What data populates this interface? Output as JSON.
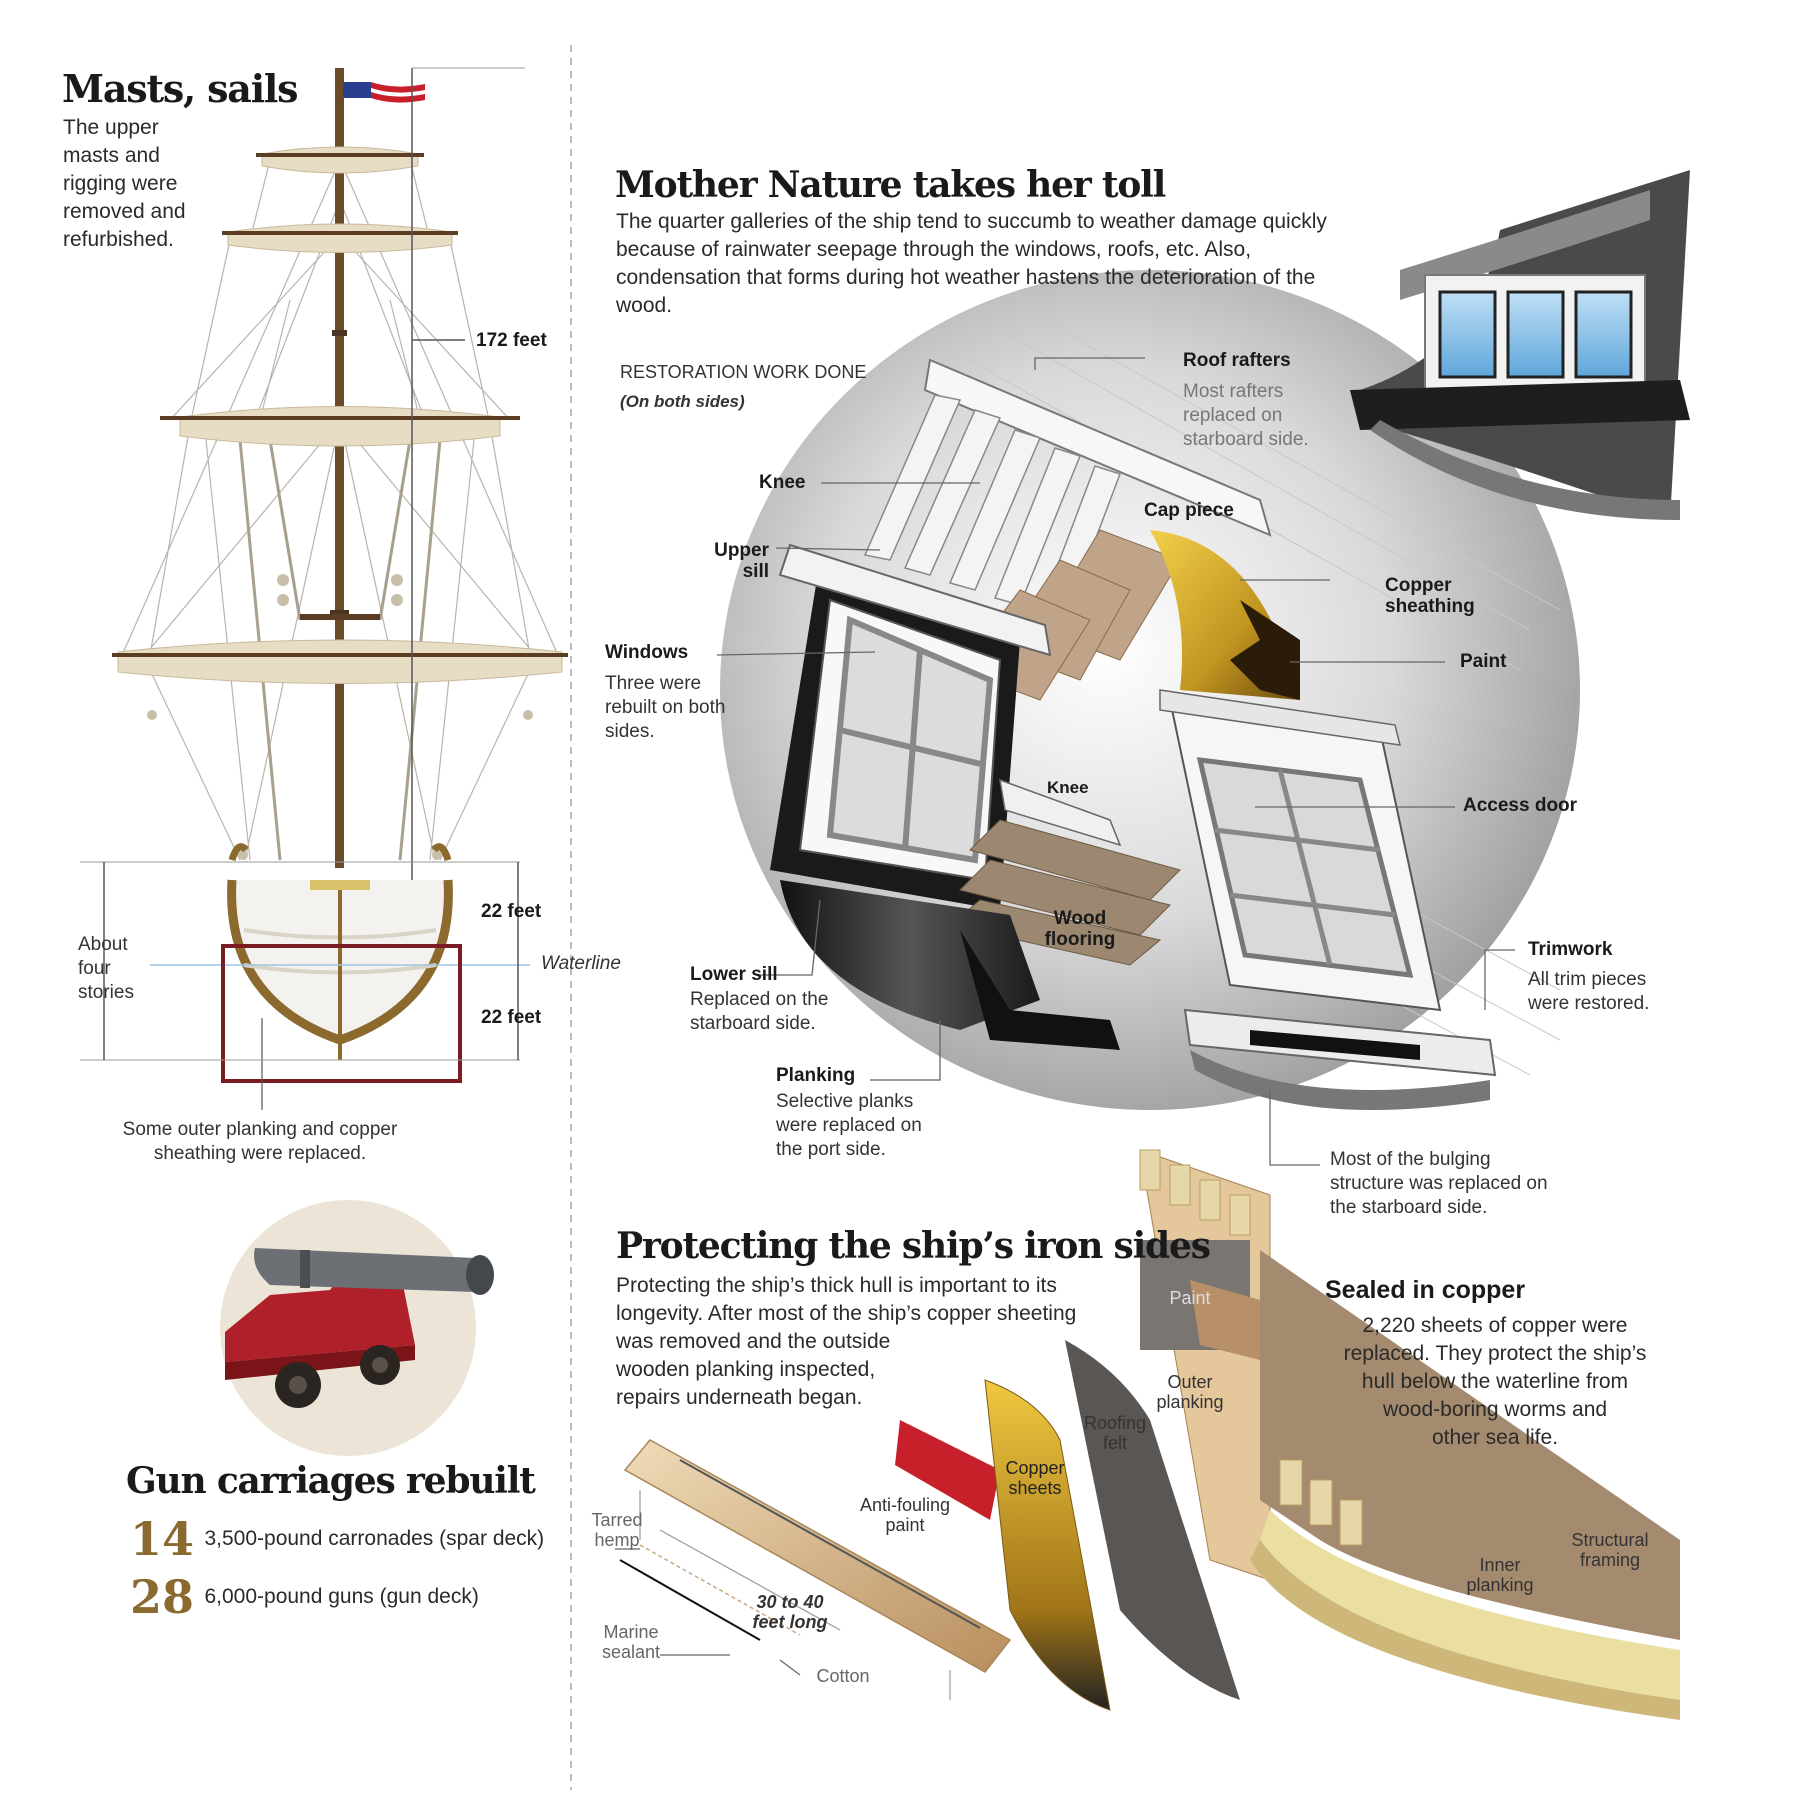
{
  "masts": {
    "title": "Masts, sails",
    "text": [
      "The upper",
      "masts and",
      "rigging were",
      "removed and",
      "refurbished."
    ],
    "height_label": "172 feet",
    "upper_height": "22 feet",
    "lower_height": "22 feet",
    "waterline": "Waterline",
    "stories": [
      "About",
      "four",
      "stories"
    ],
    "hull_note": [
      "Some outer planking and copper",
      "sheathing were replaced."
    ]
  },
  "guns": {
    "title": "Gun carriages rebuilt",
    "rows": [
      {
        "count": "14",
        "desc": "3,500-pound carronades (spar deck)"
      },
      {
        "count": "28",
        "desc": "6,000-pound guns (gun deck)"
      }
    ]
  },
  "nature": {
    "title": "Mother Nature takes her toll",
    "text": [
      "The quarter galleries of the ship tend to succumb to weather damage quickly",
      "because of rainwater seepage through the windows, roofs, etc. Also,",
      "condensation that forms during hot weather hastens the deterioration of the",
      "wood."
    ],
    "restoration_title": "RESTORATION WORK DONE",
    "restoration_sub": "(On both sides)",
    "labels": {
      "roof_rafters": "Roof rafters",
      "roof_rafters_sub": [
        "Most rafters",
        "replaced on",
        "starboard side."
      ],
      "knee": "Knee",
      "cap_piece": "Cap piece",
      "upper_sill": [
        "Upper",
        "sill"
      ],
      "copper_sheathing": [
        "Copper",
        "sheathing"
      ],
      "paint": "Paint",
      "windows": "Windows",
      "windows_sub": [
        "Three were",
        "rebuilt on both",
        "sides."
      ],
      "knee_inner": "Knee",
      "access_door": "Access door",
      "wood_flooring": [
        "Wood",
        "flooring"
      ],
      "trimwork": "Trimwork",
      "trimwork_sub": [
        "All trim pieces",
        "were restored."
      ],
      "lower_sill": "Lower sill",
      "lower_sill_sub": [
        "Replaced on the",
        "starboard side."
      ],
      "planking": "Planking",
      "planking_sub": [
        "Selective planks",
        "were replaced on",
        "the port side."
      ],
      "bulging": [
        "Most of the bulging",
        "structure was replaced on",
        "the starboard side."
      ]
    }
  },
  "iron": {
    "title": "Protecting the ship’s iron sides",
    "text": [
      "Protecting the ship’s thick hull is important to its",
      "longevity. After most of the ship’s copper sheeting",
      "was removed and the outside",
      "wooden planking inspected,",
      "repairs underneath began."
    ],
    "labels": {
      "tarred_hemp": [
        "Tarred",
        "hemp"
      ],
      "marine_sealant": [
        "Marine",
        "sealant"
      ],
      "cotton": "Cotton",
      "length": [
        "30 to 40",
        "feet long"
      ],
      "anti_fouling": [
        "Anti-fouling",
        "paint"
      ],
      "copper_sheets": [
        "Copper",
        "sheets"
      ],
      "roofing_felt": [
        "Roofing",
        "felt"
      ],
      "paint": "Paint",
      "outer_planking": [
        "Outer",
        "planking"
      ],
      "inner_planking": [
        "Inner",
        "planking"
      ],
      "structural_framing": [
        "Structural",
        "framing"
      ]
    }
  },
  "copper": {
    "title": "Sealed in copper",
    "text": [
      "2,220 sheets of copper were",
      "replaced. They protect the ship’s",
      "hull below the waterline from",
      "wood-boring worms and",
      "other sea life."
    ]
  },
  "colors": {
    "accent": "#8a6a2e",
    "frame": "#7a1c22",
    "copper": "#c9a02e",
    "cannon_red": "#b0202a"
  }
}
